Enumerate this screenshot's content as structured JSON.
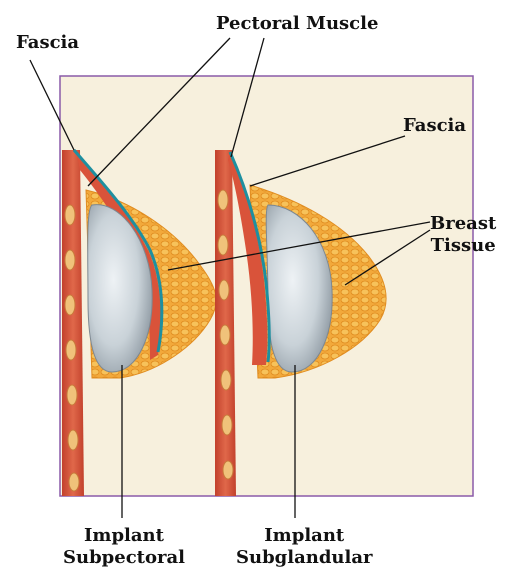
{
  "colors": {
    "panel_fill": "#f7f0dd",
    "panel_border": "#8a5aa8",
    "muscle": "#d9533a",
    "breast_tissue": "#f2a93b",
    "implant": "#c9d2d8",
    "fascia_line": "#1e8fa0",
    "leader_line": "#111111"
  },
  "labels": {
    "fascia_left": "Fascia",
    "pectoral_muscle": "Pectoral Muscle",
    "fascia_right": "Fascia",
    "breast_tissue_line1": "Breast",
    "breast_tissue_line2": "Tissue",
    "implant_sub_line1": "Implant",
    "implant_sub_line2": "Subpectoral",
    "implant_gland_line1": "Implant",
    "implant_gland_line2": "Subglandular"
  }
}
